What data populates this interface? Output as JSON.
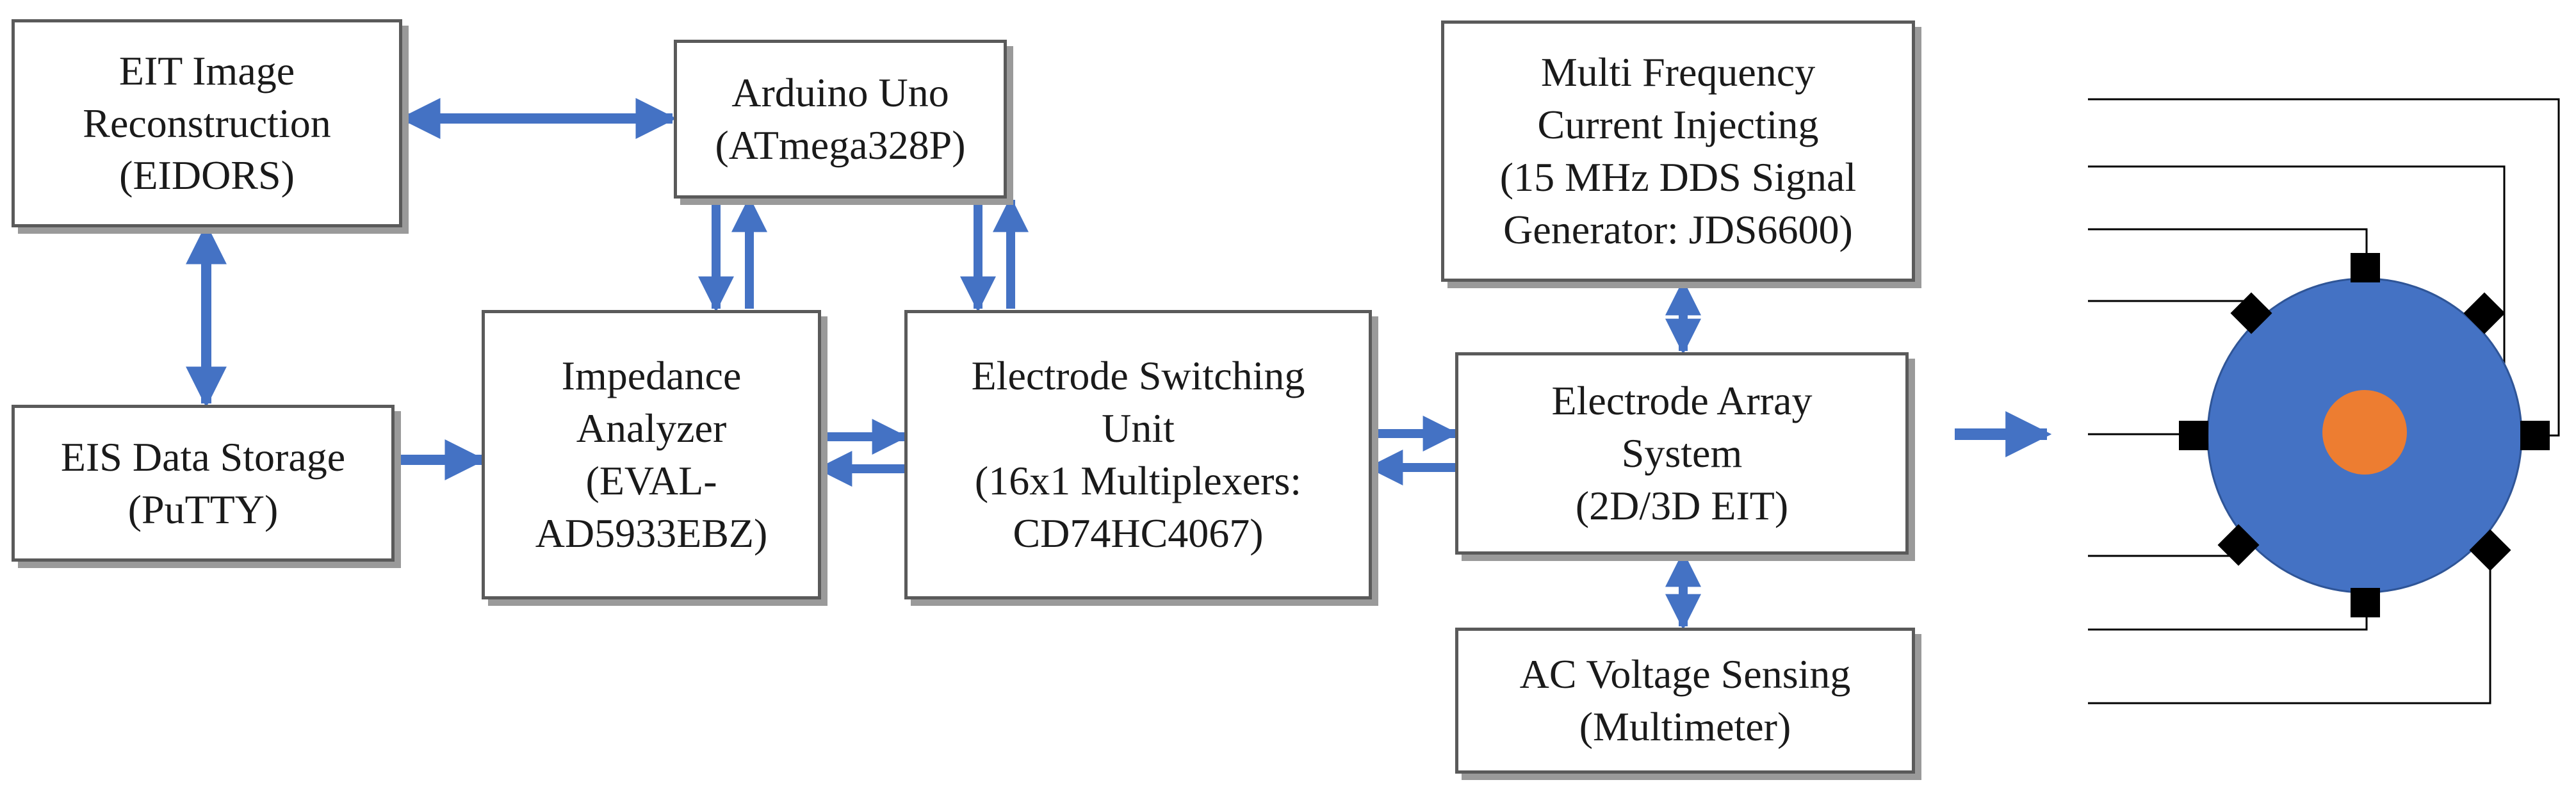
{
  "blocks": {
    "eit": {
      "lines": [
        "EIT Image",
        "Reconstruction",
        "(EIDORS)"
      ]
    },
    "arduino": {
      "lines": [
        "Arduino Uno",
        "(ATmega328P)"
      ]
    },
    "multifreq": {
      "lines": [
        "Multi Frequency",
        "Current Injecting",
        "(15 MHz DDS Signal",
        "Generator: JDS6600)"
      ]
    },
    "eis": {
      "lines": [
        "EIS Data Storage",
        "(PuTTY)"
      ]
    },
    "impedance": {
      "lines": [
        "Impedance",
        "Analyzer",
        "(EVAL-",
        "AD5933EBZ)"
      ]
    },
    "switching": {
      "lines": [
        "Electrode Switching",
        "Unit",
        "(16x1 Multiplexers:",
        "CD74HC4067)"
      ]
    },
    "array": {
      "lines": [
        "Electrode Array",
        "System",
        "(2D/3D EIT)"
      ]
    },
    "voltage": {
      "lines": [
        "AC Voltage Sensing",
        "(Multimeter)"
      ]
    }
  },
  "colors": {
    "arrow": "#4472c4",
    "phantom_body": "#4472c4",
    "phantom_inclusion": "#ed7d31",
    "electrode": "#000000",
    "wire": "#000000"
  }
}
